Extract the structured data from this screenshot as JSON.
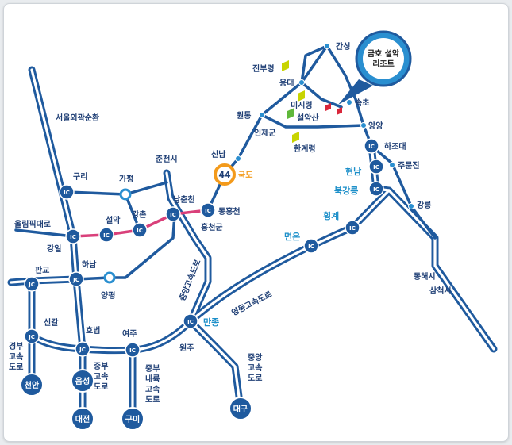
{
  "colors": {
    "road": "#1f5a9e",
    "road_inner": "#ffffff",
    "ic_fill": "#1f5a9e",
    "jct_fill": "#1f5a9e",
    "local_road": "#1f5a9e",
    "pink_road": "#d9407a",
    "route44": "#f39a1b",
    "teal_ic": "#1c8fc9",
    "resort_pin": "#2a8fd0",
    "resort_ring": "#1f5a9e",
    "mountain_yellow": "#c8d400",
    "mountain_green": "#5fb83a",
    "resort_red": "#d9263a"
  },
  "node_labels": {
    "ic": "IC",
    "jc": "JC"
  },
  "resort": {
    "line1": "금호 설악",
    "line2": "리조트"
  },
  "route44": {
    "number": "44",
    "label": "국도"
  },
  "places": {
    "gansung": "간성",
    "jinburyeong": "진부령",
    "yongdae": "용대",
    "misiryeong": "미시령",
    "sokcho": "속초",
    "seoraksan": "설악산",
    "wontong": "원통",
    "injegun": "인제군",
    "yangyang": "양양",
    "hangyeryeong": "한계령",
    "hajodae": "하조대",
    "sinnam": "신남",
    "jumunjin": "주문진",
    "chuncheon": "춘천시",
    "guri": "구리",
    "gapyeong": "가평",
    "namchuncheon": "남춘천",
    "dongchuncheon": "동홍천",
    "hongcheongun": "홍천군",
    "gangchon": "강촌",
    "seorak_ic": "설악",
    "olympic": "올림픽대로",
    "gangil": "강일",
    "hanam": "하남",
    "pangyo": "판교",
    "yangpyeong": "양평",
    "singal": "신갈",
    "hobeop": "호법",
    "yeoju": "여주",
    "wonju": "원주",
    "gangneung": "강릉",
    "donghaesi": "동해시",
    "samcheoksi": "삼척시",
    "cheonan": "천안",
    "eumseong": "음성",
    "daejeon": "대전",
    "gumi": "구미",
    "daegu": "대구"
  },
  "ic_names": {
    "hyeonnam": "현남",
    "bukgangneung": "북강릉",
    "hoenggye": "횡계",
    "myeonon": "면온",
    "manjong": "만종"
  },
  "roads": {
    "seoul_ring": "서울외곽순환",
    "jungang": "중앙고속도로",
    "yeongdong": "영동고속도로",
    "gyeongbu": [
      "경부",
      "고속",
      "도로"
    ],
    "jungbu": [
      "중부",
      "고속",
      "도로"
    ],
    "jungbu_inland": [
      "중부",
      "내륙",
      "고속",
      "도로"
    ],
    "jungang_s": [
      "중앙",
      "고속",
      "도로"
    ]
  }
}
